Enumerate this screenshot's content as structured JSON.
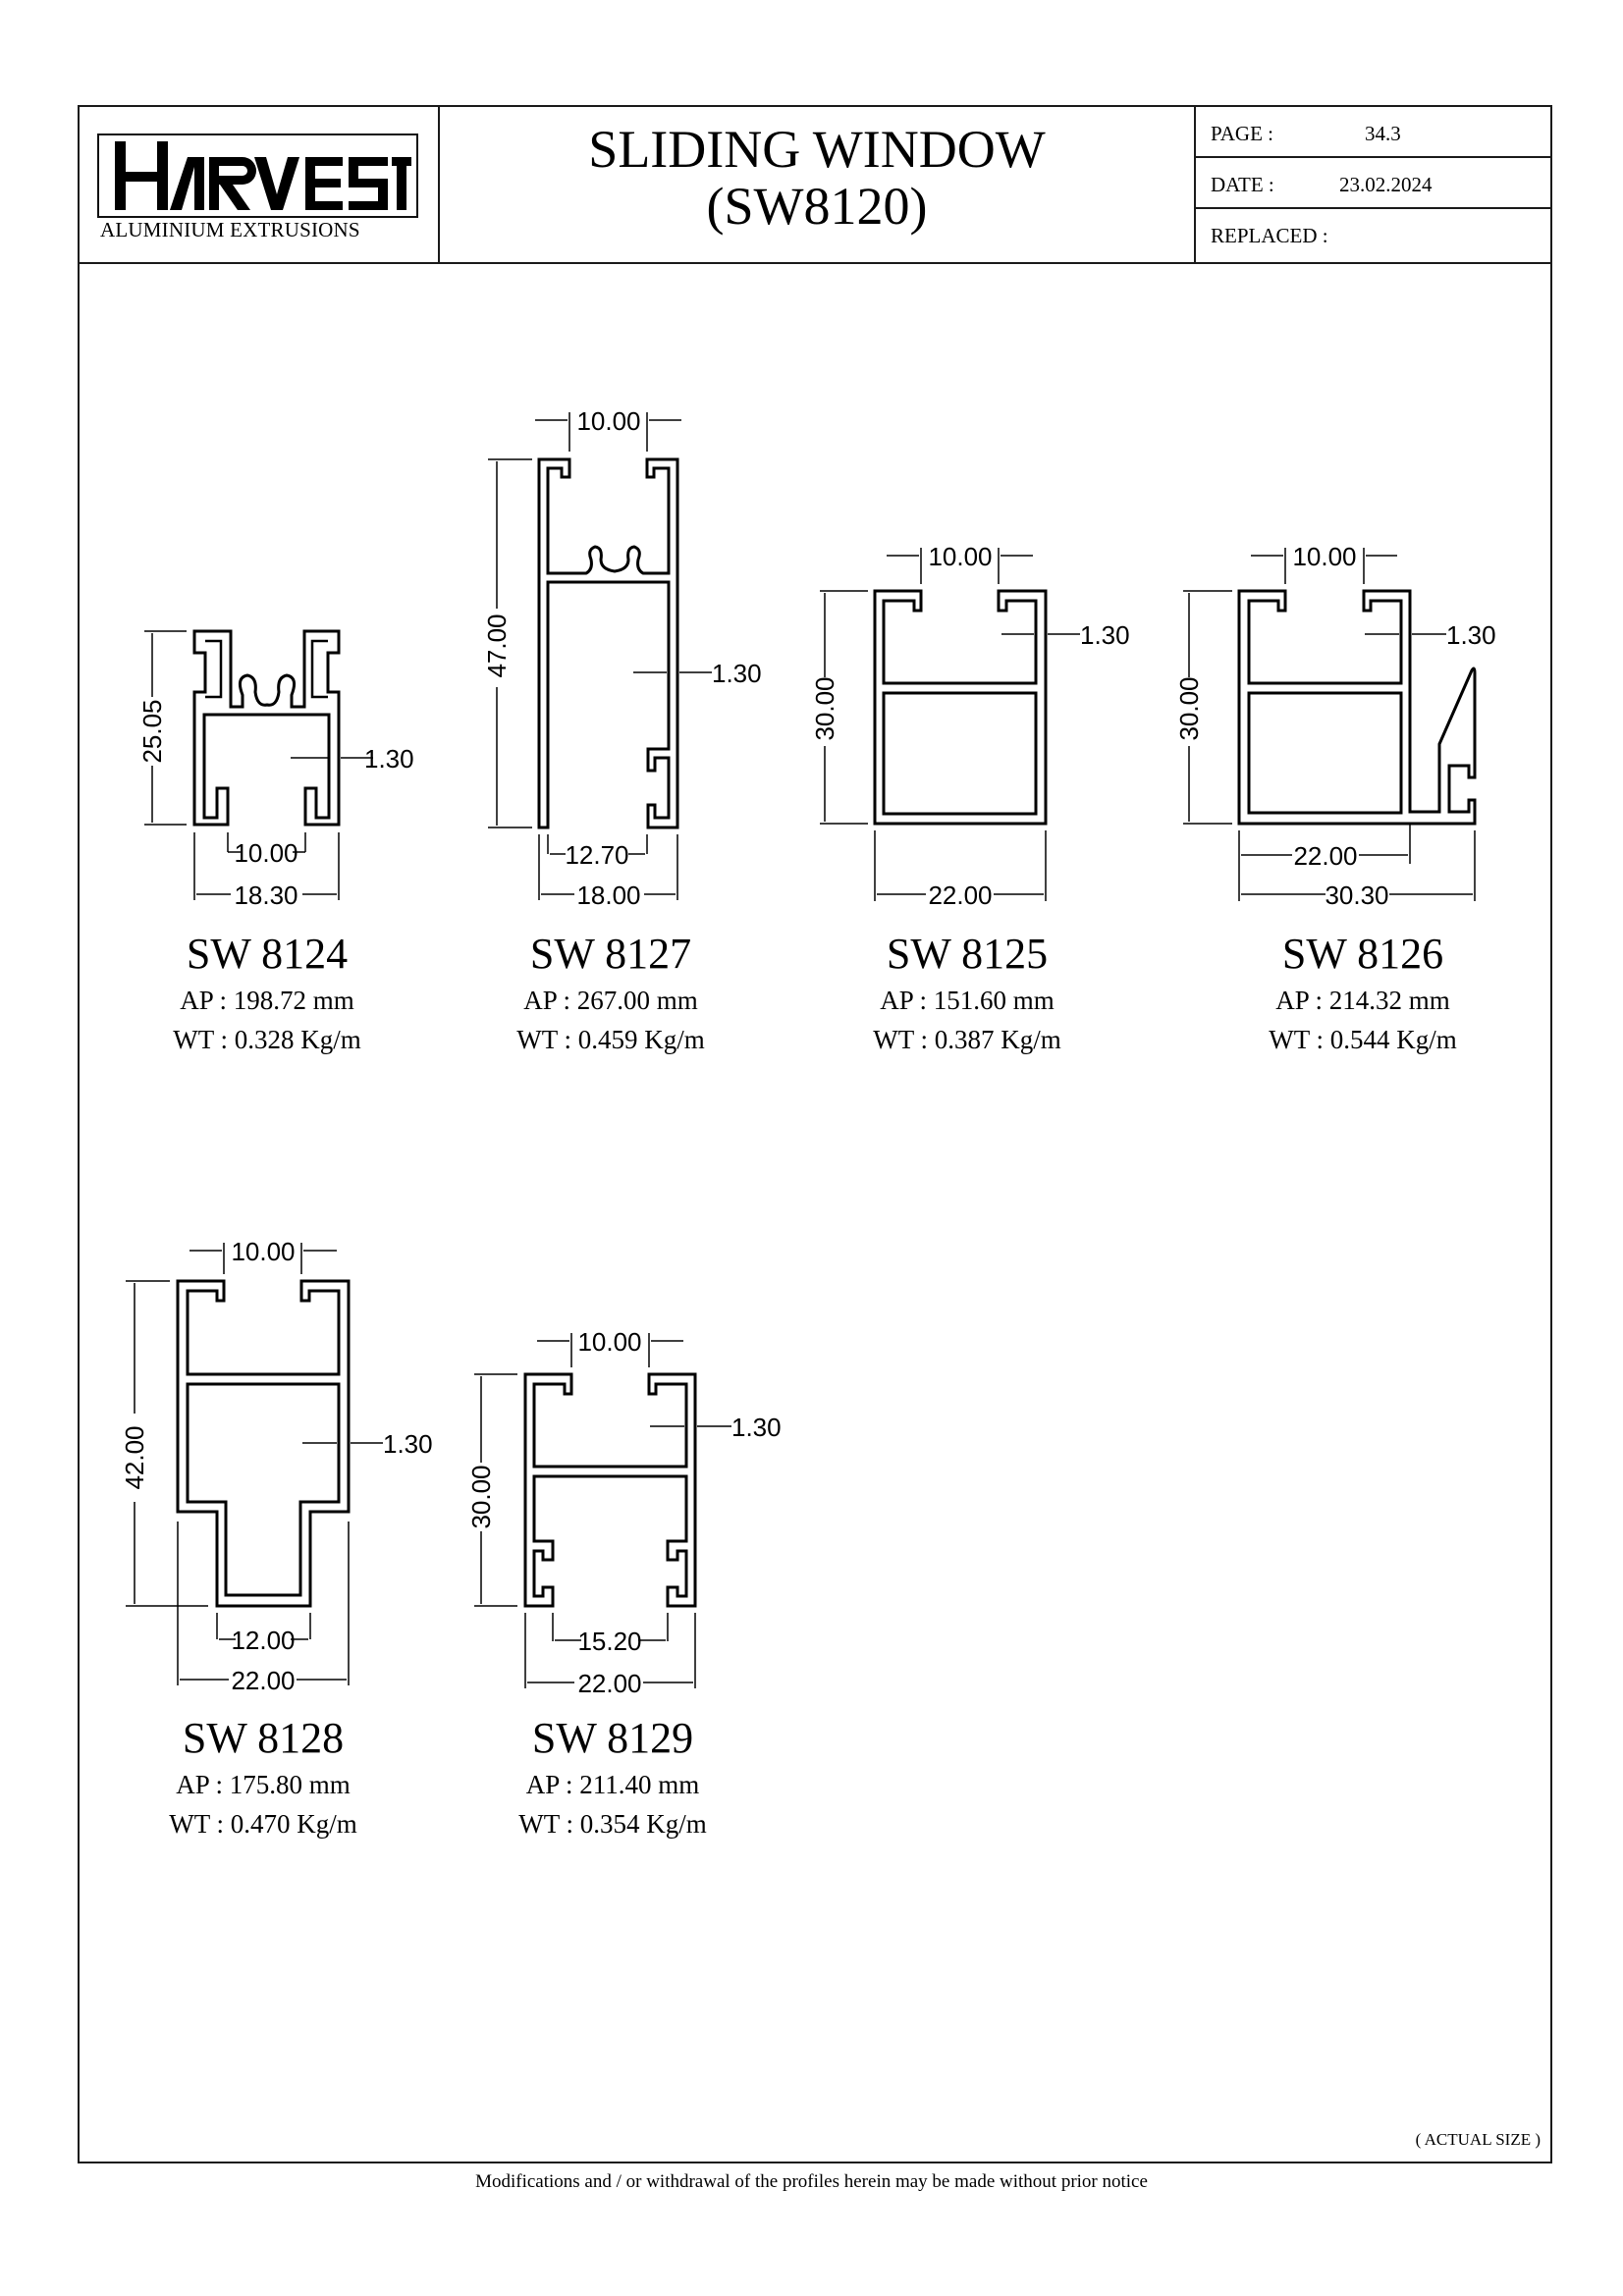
{
  "header": {
    "logo": {
      "brand": "HARVEST",
      "subtitle": "ALUMINIUM EXTRUSIONS"
    },
    "title_line1": "SLIDING WINDOW",
    "title_line2": "(SW8120)",
    "meta": [
      {
        "label": "PAGE :",
        "value": "34.3"
      },
      {
        "label": "DATE :",
        "value": "23.02.2024"
      },
      {
        "label": "REPLACED :",
        "value": ""
      }
    ]
  },
  "profiles": [
    {
      "code": "SW 8124",
      "ap": "AP : 198.72 mm",
      "wt": "WT : 0.328 Kg/m",
      "dims": {
        "height": "25.05",
        "thickness": "1.30",
        "inner_width": "10.00",
        "width": "18.30"
      }
    },
    {
      "code": "SW 8127",
      "ap": "AP : 267.00 mm",
      "wt": "WT : 0.459 Kg/m",
      "dims": {
        "top_opening": "10.00",
        "height": "47.00",
        "thickness": "1.30",
        "inner_width": "12.70",
        "width": "18.00"
      }
    },
    {
      "code": "SW 8125",
      "ap": "AP : 151.60 mm",
      "wt": "WT : 0.387 Kg/m",
      "dims": {
        "top_opening": "10.00",
        "height": "30.00",
        "thickness": "1.30",
        "width": "22.00"
      }
    },
    {
      "code": "SW 8126",
      "ap": "AP : 214.32 mm",
      "wt": "WT : 0.544 Kg/m",
      "dims": {
        "top_opening": "10.00",
        "height": "30.00",
        "thickness": "1.30",
        "inner_width": "22.00",
        "width": "30.30"
      }
    },
    {
      "code": "SW 8128",
      "ap": "AP : 175.80 mm",
      "wt": "WT : 0.470 Kg/m",
      "dims": {
        "top_opening": "10.00",
        "height": "42.00",
        "thickness": "1.30",
        "inner_width": "12.00",
        "width": "22.00"
      }
    },
    {
      "code": "SW 8129",
      "ap": "AP : 211.40 mm",
      "wt": "WT : 0.354 Kg/m",
      "dims": {
        "top_opening": "10.00",
        "height": "30.00",
        "thickness": "1.30",
        "inner_width": "15.20",
        "width": "22.00"
      }
    }
  ],
  "scale_note": "( ACTUAL SIZE )",
  "footer": "Modifications and / or withdrawal of the profiles herein may be made without prior notice"
}
